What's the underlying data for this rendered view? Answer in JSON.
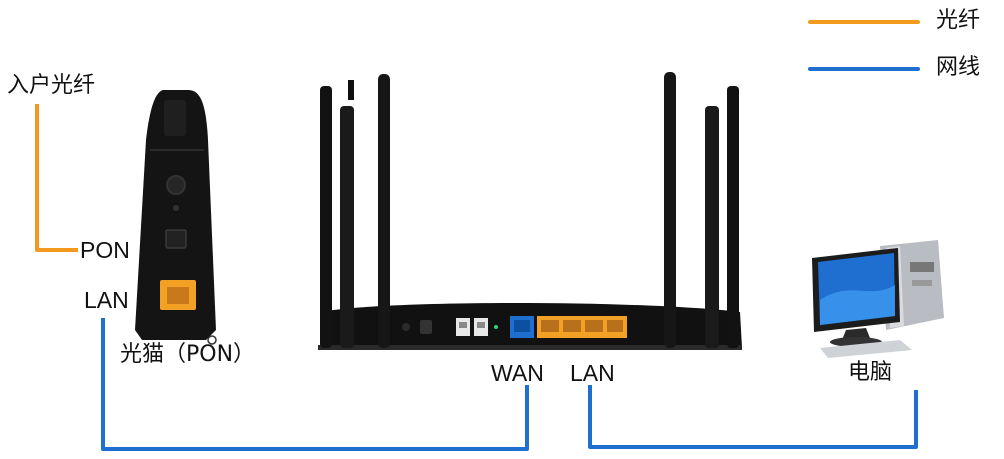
{
  "legend": {
    "items": [
      {
        "label": "光纤",
        "color": "#F39A1E"
      },
      {
        "label": "网线",
        "color": "#1E6FD0"
      }
    ]
  },
  "colors": {
    "fiber": "#F39A1E",
    "cable": "#1E6FD0",
    "port_orange": "#F2A125",
    "port_blue": "#1E6FD0",
    "device_black": "#141414"
  },
  "labels": {
    "incoming_fiber": "入户光纤",
    "modem_pon": "PON",
    "modem_lan": "LAN",
    "modem_name": "光猫（PON）",
    "router_wan": "WAN",
    "router_lan": "LAN",
    "computer": "电脑"
  },
  "icons": {
    "modem": "optical-modem-icon",
    "router": "wireless-router-icon",
    "computer": "desktop-computer-icon"
  }
}
